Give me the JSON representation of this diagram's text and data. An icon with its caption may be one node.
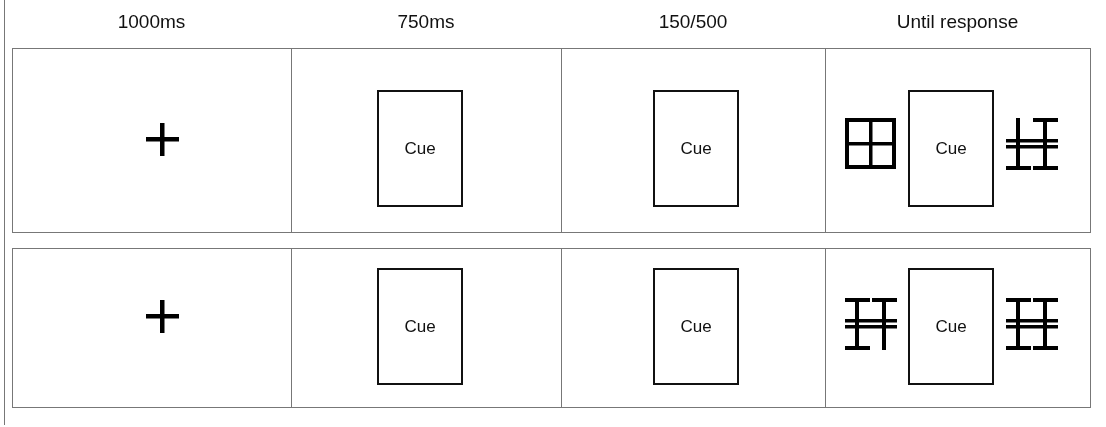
{
  "diagram": {
    "nodes": [
      {
        "text": [
          "Cue"
        ]
      },
      {
        "text": [
          "Cue"
        ]
      },
      {
        "text": [
          "Cue"
        ]
      },
      {
        "text": [
          "Cue"
        ]
      },
      {
        "text": [
          "Cue"
        ]
      },
      {
        "text": [
          "Cue"
        ]
      }
    ],
    "labels": [
      "1000ms",
      "750ms",
      "150/500",
      "Until response"
    ]
  }
}
